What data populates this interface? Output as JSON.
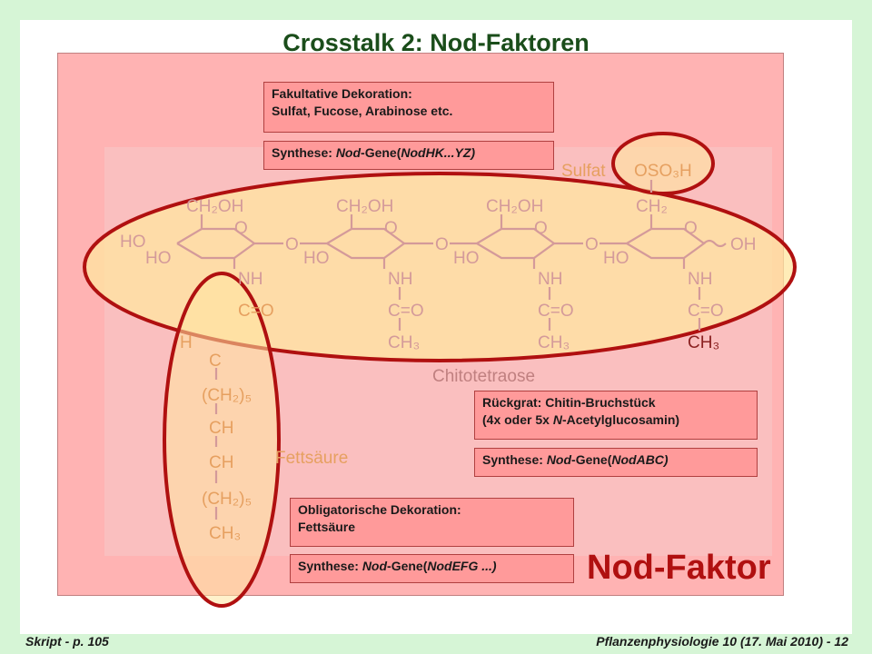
{
  "title": "Crosstalk 2: Nod-Faktoren",
  "boxes": {
    "fakultativ_1": "Fakultative Dekoration:",
    "fakultativ_2": "Sulfat, Fucose, Arabinose etc.",
    "synth_hk_pre": "Synthese: ",
    "synth_hk_it": "Nod",
    "synth_hk_mid": "-Gene(",
    "synth_hk_gene": "NodHK...YZ)",
    "rueckgrat_1": "Rückgrat: Chitin-Bruchstück",
    "rueckgrat_2a": "(4x oder 5x ",
    "rueckgrat_2it": "N",
    "rueckgrat_2b": "-Acetylglucosamin)",
    "synth_abc_pre": "Synthese: ",
    "synth_abc_it": "Nod",
    "synth_abc_mid": "-Gene(",
    "synth_abc_gene": "NodABC)",
    "obligat_1": "Obligatorische Dekoration:",
    "obligat_2": "Fettsäure",
    "synth_efg_pre": "Synthese: ",
    "synth_efg_it": "Nod",
    "synth_efg_mid": "-Gene(",
    "synth_efg_gene": "NodEFG ...)"
  },
  "structure": {
    "sulfat_label": "Sulfat",
    "oso3h": "OSO₃H",
    "ch2oh": "CH₂OH",
    "ch2": "CH₂",
    "ho": "HO",
    "o": "O",
    "oh": "OH",
    "nh": "NH",
    "co": "C=O",
    "ch3": "CH₃",
    "h": "H",
    "c": "C",
    "ch2_5": "(CH₂)₅",
    "ch": "CH",
    "double": "||",
    "chitotetraose": "Chitotetraose",
    "fettsaeure": "Fettsäure"
  },
  "nod_faktor": "Nod-Faktor",
  "footer": {
    "left": "Skript - p. 105",
    "right": "Pflanzenphysiologie 10 (17. Mai 2010) - 12"
  },
  "colors": {
    "background": "#d6f5d6",
    "panel": "#ffb3b3",
    "box": "#ff9a9a",
    "ellipse_fill": "#ffe6a0",
    "ellipse_stroke": "#b01010",
    "title": "#1a4d1a",
    "structure": "#d9a0a0",
    "accent_orange": "#e6a060"
  }
}
